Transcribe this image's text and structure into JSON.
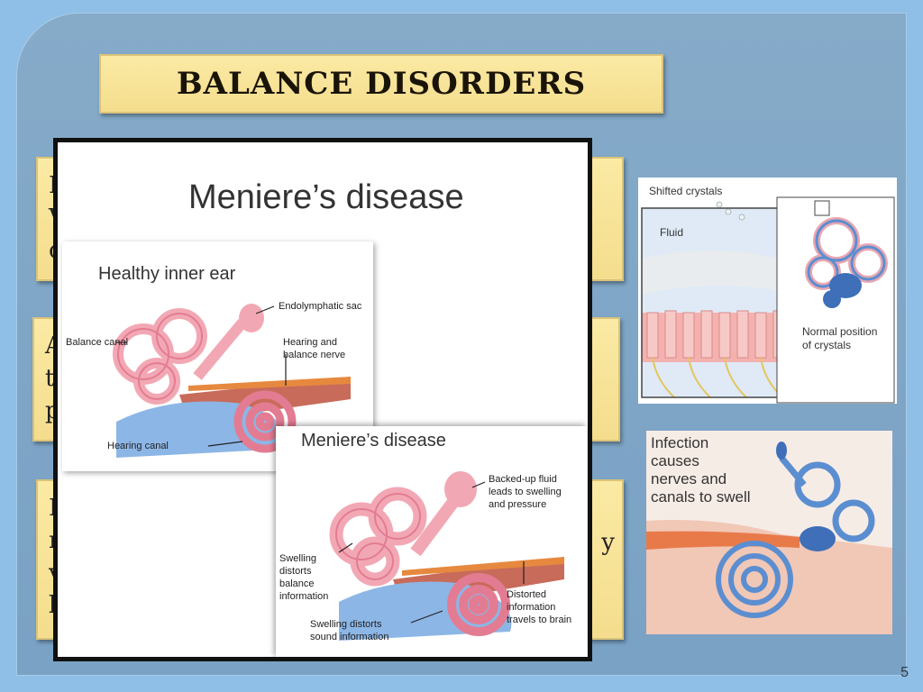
{
  "slide": {
    "title": "BALANCE DISORDERS",
    "page_number": "5"
  },
  "text_boxes": [
    {
      "lines": [
        "I",
        "V",
        "c"
      ]
    },
    {
      "lines": [
        "A",
        "ti",
        "p"
      ]
    },
    {
      "lines": [
        "I",
        "r",
        "v",
        "l"
      ],
      "tail": "y"
    }
  ],
  "overlay": {
    "title": "Meniere’s disease",
    "healthy": {
      "title": "Healthy inner ear",
      "labels": {
        "endolymphatic_sac": "Endolymphatic sac",
        "balance_canal": "Balance canal",
        "hearing_balance_nerve_1": "Hearing and",
        "hearing_balance_nerve_2": "balance nerve",
        "hearing_canal": "Hearing canal"
      }
    },
    "meniere": {
      "title": "Meniere’s disease",
      "labels": {
        "backed_up_1": "Backed-up fluid",
        "backed_up_2": "leads to swelling",
        "backed_up_3": "and pressure",
        "swelling_balance_1": "Swelling",
        "swelling_balance_2": "distorts",
        "swelling_balance_3": "balance",
        "swelling_balance_4": "information",
        "distorted_1": "Distorted",
        "distorted_2": "information",
        "distorted_3": "travels to brain",
        "swelling_sound_1": "Swelling distorts",
        "swelling_sound_2": "sound information"
      }
    }
  },
  "crystals_image": {
    "shifted": "Shifted crystals",
    "fluid": "Fluid",
    "normal_1": "Normal position",
    "normal_2": "of crystals"
  },
  "infection_image": {
    "line1": "Infection",
    "line2": "causes",
    "line3": "nerves and",
    "line4": "canals to swell"
  },
  "colors": {
    "background": "#8fbfe6",
    "box_fill": "#f4dd8d",
    "ear_pink": "#f2a0b0",
    "ear_blue": "#5a8fd0"
  }
}
